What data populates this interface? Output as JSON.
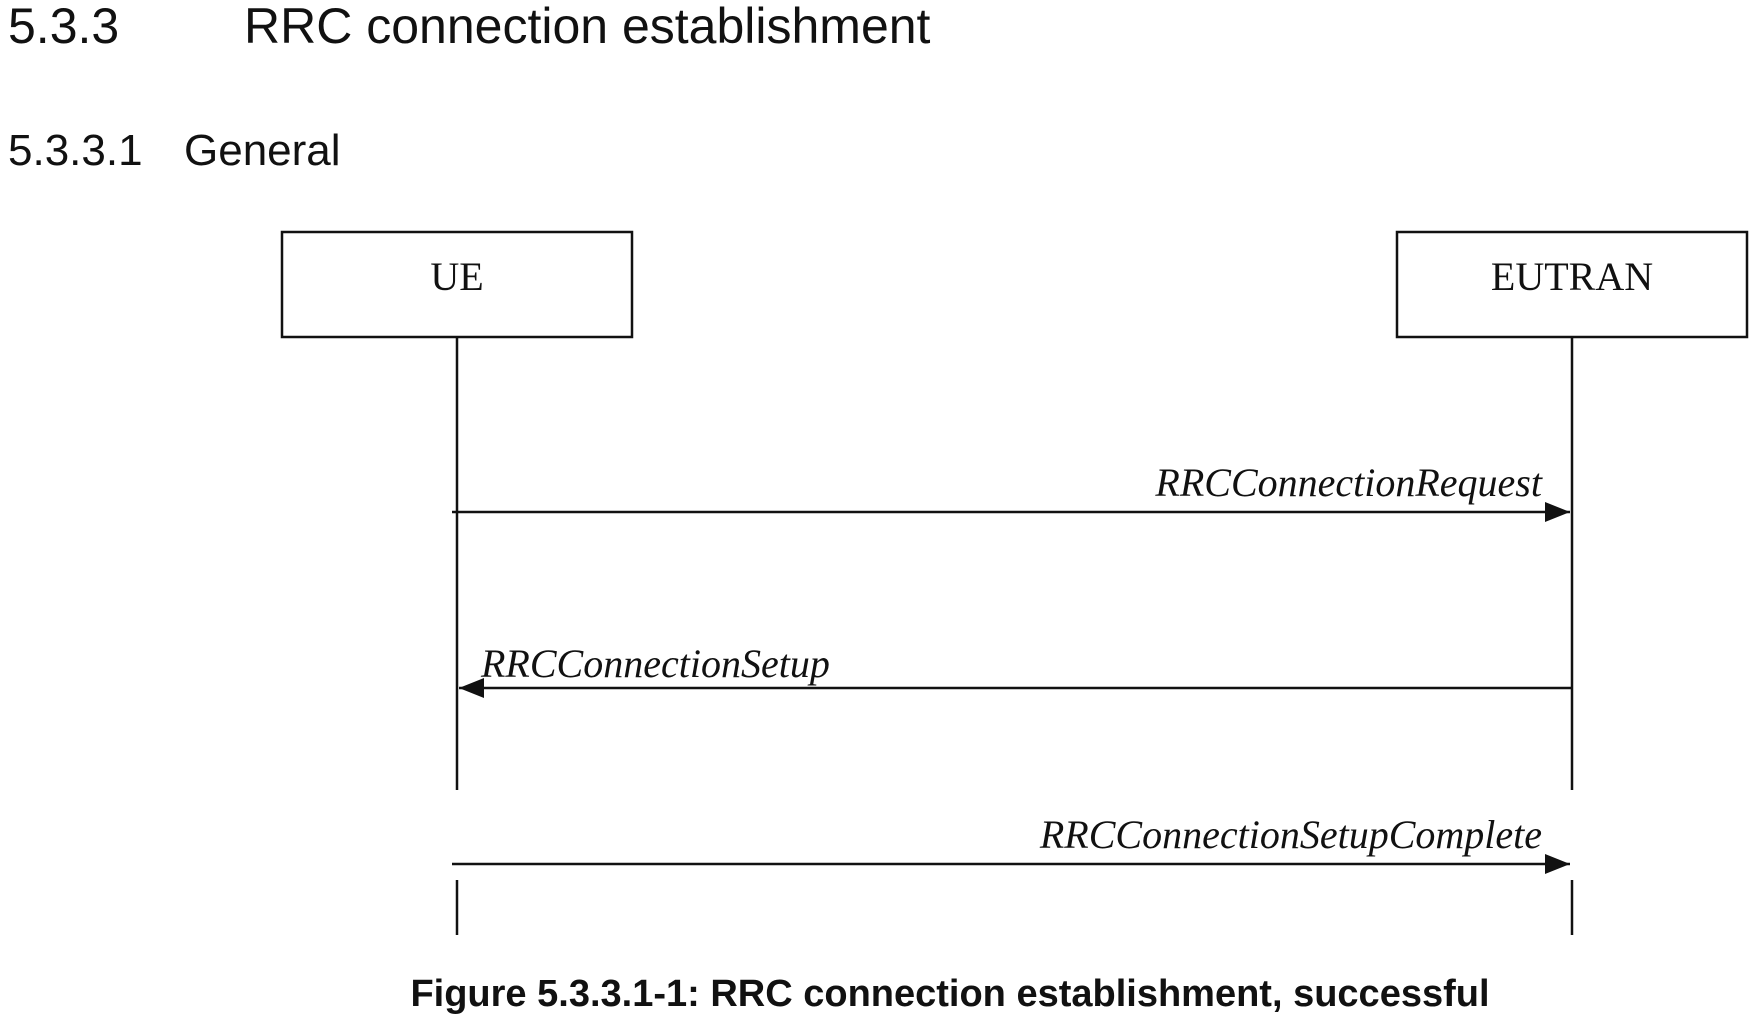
{
  "section": {
    "number": "5.3.3",
    "title": "RRC connection establishment"
  },
  "subsection": {
    "number": "5.3.3.1",
    "title": "General"
  },
  "diagram": {
    "entities": {
      "left": "UE",
      "right": "EUTRAN"
    },
    "messages": [
      {
        "label": "RRCConnectionRequest",
        "direction": "UE→EUTRAN"
      },
      {
        "label": "RRCConnectionSetup",
        "direction": "EUTRAN→UE"
      },
      {
        "label": "RRCConnectionSetupComplete",
        "direction": "UE→EUTRAN"
      }
    ]
  },
  "figure": {
    "caption": "Figure 5.3.3.1-1: RRC connection establishment, successful"
  }
}
